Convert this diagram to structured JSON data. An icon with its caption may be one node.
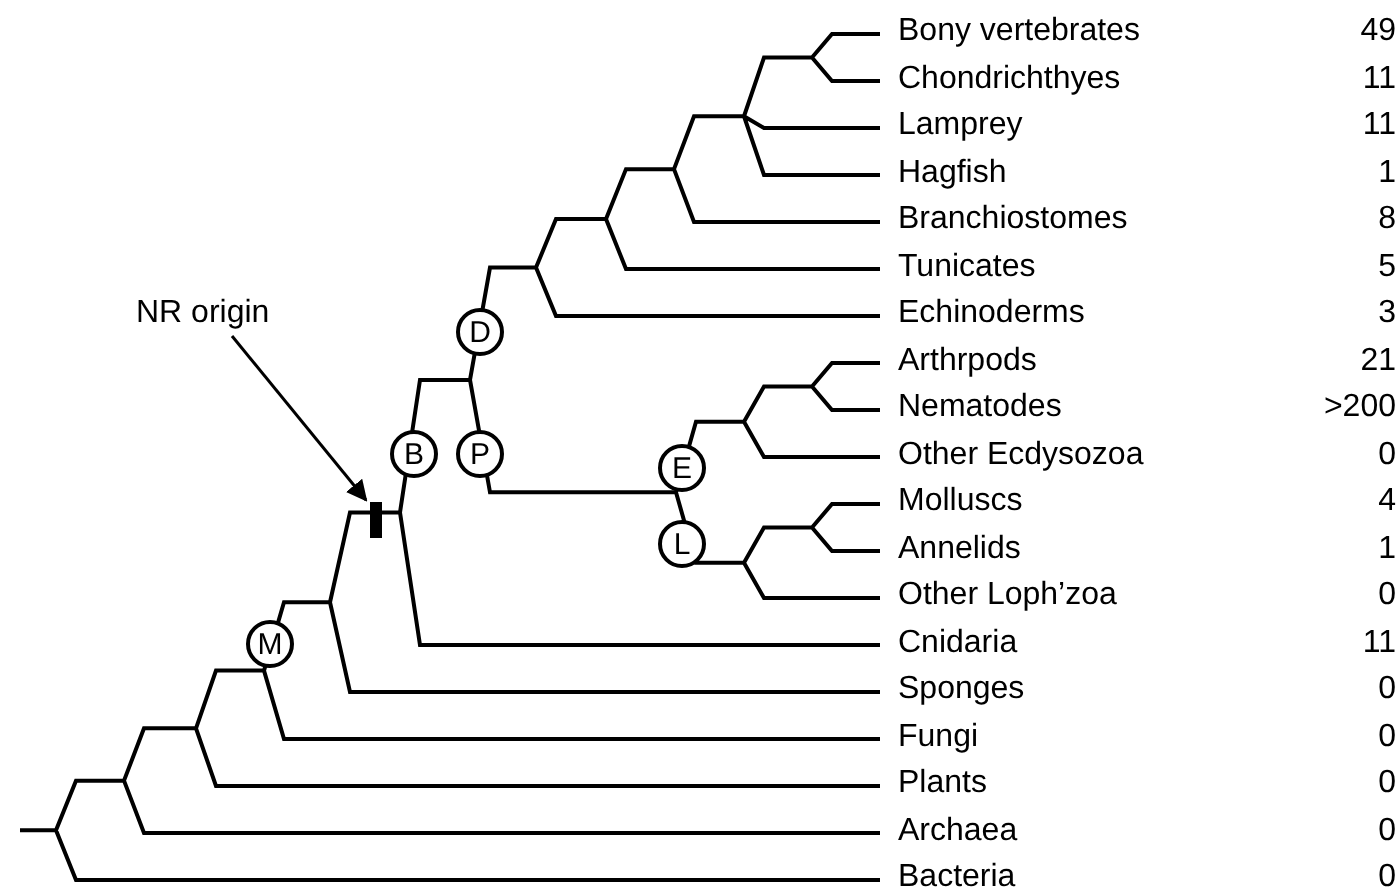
{
  "diagram": {
    "nodes": [
      {
        "text": [
          "NR origin"
        ]
      },
      {
        "text": [],
        "shape": "bar"
      },
      {
        "text": [
          "M"
        ]
      },
      {
        "text": [
          "B"
        ]
      },
      {
        "text": [
          "D"
        ]
      },
      {
        "text": [
          "P"
        ]
      },
      {
        "text": [
          "E"
        ]
      },
      {
        "text": [
          "L"
        ]
      }
    ],
    "edges": [
      {
        "from": 0,
        "to": 1,
        "arrow": "to"
      }
    ],
    "labels": [
      "Bony vertebrates",
      "49",
      "Chondrichthyes",
      "11",
      "Lamprey",
      "11",
      "Hagfish",
      "1",
      "Branchiostomes",
      "8",
      "Tunicates",
      "5",
      "Echinoderms",
      "3",
      "Arthrpods",
      "21",
      "Nematodes",
      ">200",
      "Other Ecdysozoa",
      "0",
      "Molluscs",
      "4",
      "Annelids",
      "1",
      "Other Loph’zoa",
      "0",
      "Cnidaria",
      "11",
      "Sponges",
      "0",
      "Fungi",
      "0",
      "Plants",
      "0",
      "Archaea",
      "0",
      "Bacteria",
      "0"
    ]
  }
}
